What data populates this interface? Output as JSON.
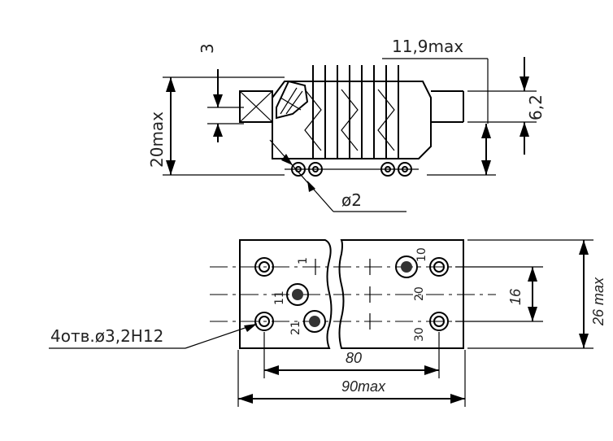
{
  "top_view": {
    "dim_thickness": "3",
    "dim_height": "20max",
    "dim_offset": "11,9max",
    "dim_pin_height": "6,2",
    "dim_pin_diameter": "ø2"
  },
  "front_view": {
    "pin_labels": [
      "1",
      "10",
      "11",
      "20",
      "21",
      "30"
    ],
    "dim_pitch": "16",
    "dim_height": "26 max",
    "dim_hole_spacing": "80",
    "dim_width": "90max",
    "hole_callout": "4отв.ø3,2H12"
  }
}
